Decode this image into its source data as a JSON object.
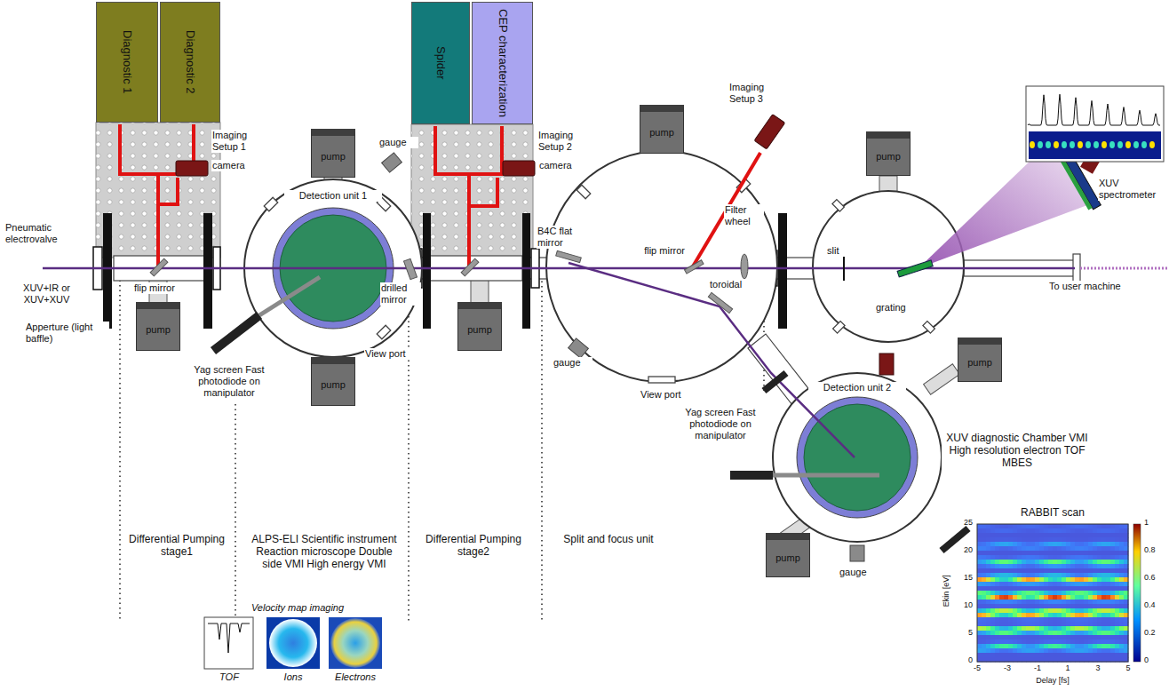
{
  "diagram": {
    "nodes": [
      {
        "text": [
          "Diagnostic 1"
        ]
      },
      {
        "text": [
          "Diagnostic 2"
        ]
      },
      {
        "text": [
          "Spider"
        ]
      },
      {
        "text": [
          "CEP characterization"
        ]
      },
      {
        "text": [
          "pump"
        ]
      },
      {
        "text": [
          "pump"
        ]
      },
      {
        "text": [
          "pump"
        ]
      },
      {
        "text": [
          "pump"
        ]
      },
      {
        "text": [
          "pump"
        ]
      },
      {
        "text": [
          "pump"
        ]
      },
      {
        "text": [
          "pump"
        ]
      },
      {
        "text": [
          "pump"
        ]
      }
    ],
    "labels": [
      "Pneumatic electrovalve",
      "XUV+IR or XUV+XUV",
      "Apperture (light baffle)",
      "flip mirror",
      "Imaging Setup 1",
      "camera",
      "gauge",
      "Detection unit 1",
      "Yag screen Fast photodiode on manipulator",
      "View port",
      "drilled mirror",
      "Imaging Setup 2",
      "camera",
      "B4C flat mirror",
      "Imaging Setup 3",
      "Filter wheel",
      "flip mirror",
      "toroidal",
      "gauge",
      "View port",
      "slit",
      "grating",
      "XUV spectrometer",
      "To user machine",
      "Detection unit 2",
      "Yag screen Fast photodiode on manipulator",
      "gauge",
      "Differential Pumping stage1",
      "ALPS-ELI Scientific instrument Reaction microscope Double side VMI High energy VMI",
      "Differential Pumping stage2",
      "Split and focus unit",
      "XUV diagnostic Chamber VMI High resolution electron TOF MBES",
      "Velocity map imaging",
      "TOF",
      "Ions",
      "Electrons",
      "RABBIT scan",
      "25",
      "20",
      "15",
      "10",
      "5",
      "0",
      "-5",
      "-3",
      "-1",
      "1",
      "3",
      "5",
      "Ekin [eV]",
      "Delay [fs]",
      "1",
      "0.8",
      "0.6",
      "0.4",
      "0.2",
      "0"
    ]
  }
}
